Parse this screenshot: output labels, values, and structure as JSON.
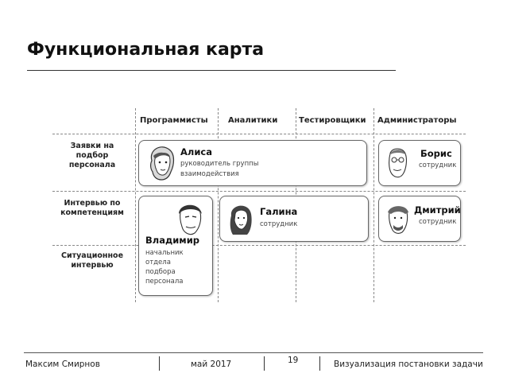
{
  "slide": {
    "title": "Функциональная карта"
  },
  "columns": [
    "Программисты",
    "Аналитики",
    "Тестировщики",
    "Администраторы"
  ],
  "rows": [
    {
      "line1": "Заявки на",
      "line2": "подбор",
      "line3": "персонала"
    },
    {
      "line1": "Интервью по",
      "line2": "компетенциям"
    },
    {
      "line1": "Ситуационное",
      "line2": "интервью"
    }
  ],
  "people": {
    "alisa": {
      "name": "Алиса",
      "role1": "руководитель группы",
      "role2": "взаимодействия"
    },
    "boris": {
      "name": "Борис",
      "role1": "сотрудник"
    },
    "vladimir": {
      "name": "Владимир",
      "role1": "начальник",
      "role2": "отдела",
      "role3": "подбора",
      "role4": "персонала"
    },
    "galina": {
      "name": "Галина",
      "role1": "сотрудник"
    },
    "dmitry": {
      "name": "Дмитрий",
      "role1": "сотрудник"
    }
  },
  "footer": {
    "author": "Максим Смирнов",
    "date": "май 2017",
    "page": "19",
    "topic": "Визуализация постановки задачи"
  }
}
